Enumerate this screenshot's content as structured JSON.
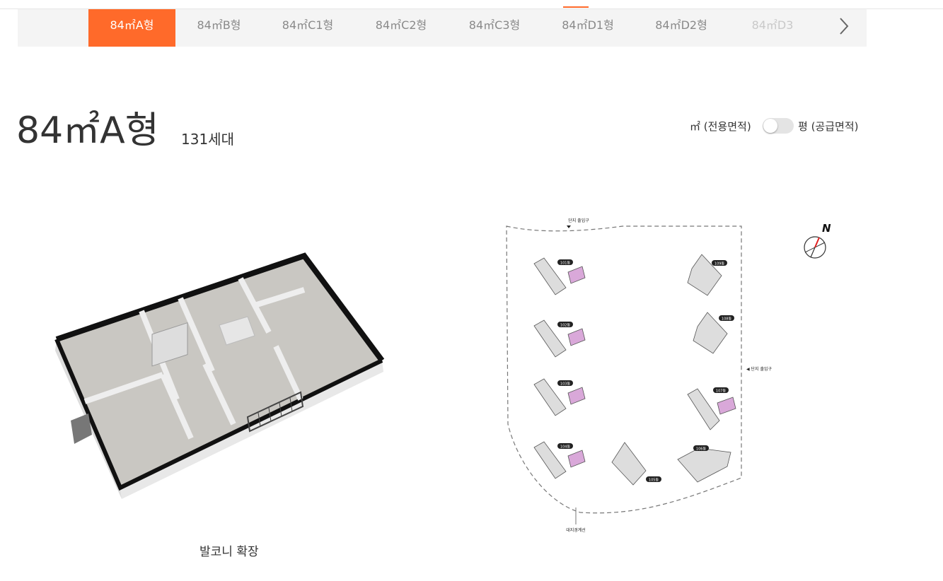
{
  "tabs": [
    {
      "label": "84㎡A형",
      "active": true
    },
    {
      "label": "84㎡B형",
      "active": false
    },
    {
      "label": "84㎡C1형",
      "active": false
    },
    {
      "label": "84㎡C2형",
      "active": false
    },
    {
      "label": "84㎡C3형",
      "active": false
    },
    {
      "label": "84㎡D1형",
      "active": false
    },
    {
      "label": "84㎡D2형",
      "active": false
    },
    {
      "label": "84㎡D3",
      "active": false
    }
  ],
  "header": {
    "title": "84㎡A형",
    "households": "131세대"
  },
  "unit_toggle": {
    "left_label": "㎡ (전용면적)",
    "right_label": "평 (공급면적)",
    "state": "off"
  },
  "floorplan": {
    "caption": "발코니 확장"
  },
  "site_plan": {
    "top_entrance": "단지 출입구",
    "right_entrance": "◀ 단지 출입구",
    "boundary": "대지경계선",
    "buildings": [
      "101동",
      "102동",
      "103동",
      "104동",
      "105동",
      "106동",
      "107동",
      "108동",
      "109동"
    ]
  },
  "compass": {
    "label": "N"
  },
  "colors": {
    "accent": "#ff6a2a",
    "highlight_unit": "#d9a8d9"
  }
}
